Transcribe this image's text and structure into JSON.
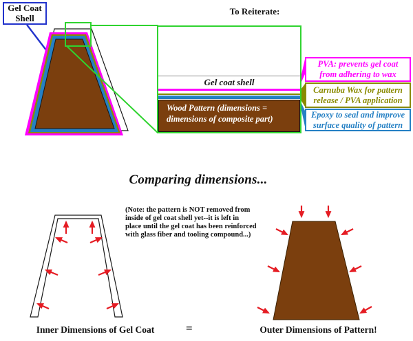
{
  "title": "To Reiterate:",
  "callout": {
    "label": "Gel Coat Shell"
  },
  "inset": {
    "gel_coat_shell_label": "Gel coat shell",
    "wood_pattern_label": "Wood Pattern (dimensions = dimensions of composite part)"
  },
  "layer_labels": [
    {
      "id": "pva",
      "text": "PVA: prevents gel coat from adhering to wax"
    },
    {
      "id": "wax",
      "text": "Carnuba Wax for pattern release / PVA application"
    },
    {
      "id": "epoxy",
      "text": "Epoxy to seal and improve surface quality of pattern"
    }
  ],
  "comparison": {
    "heading": "Comparing dimensions...",
    "note_lines": [
      "(Note: the pattern is NOT removed from",
      "inside of gel coat shell yet--it is left in",
      "place until the gel coat has been reinforced",
      "with glass fiber and tooling compound...)"
    ],
    "left_caption": "Inner Dimensions of Gel Coat",
    "equals": "=",
    "right_caption": "Outer Dimensions of Pattern!",
    "left_shape_arrows": "pointing outward (inner dimensions)",
    "right_shape_arrows": "pointing inward (outer dimensions)"
  },
  "colors": {
    "magenta": "#FF00FF",
    "olive": "#8A8A00",
    "blue": "#2580C4",
    "green": "#2FD32F",
    "brown": "#7B3F0E",
    "red": "#E51C23",
    "navy": "#2233CC"
  }
}
